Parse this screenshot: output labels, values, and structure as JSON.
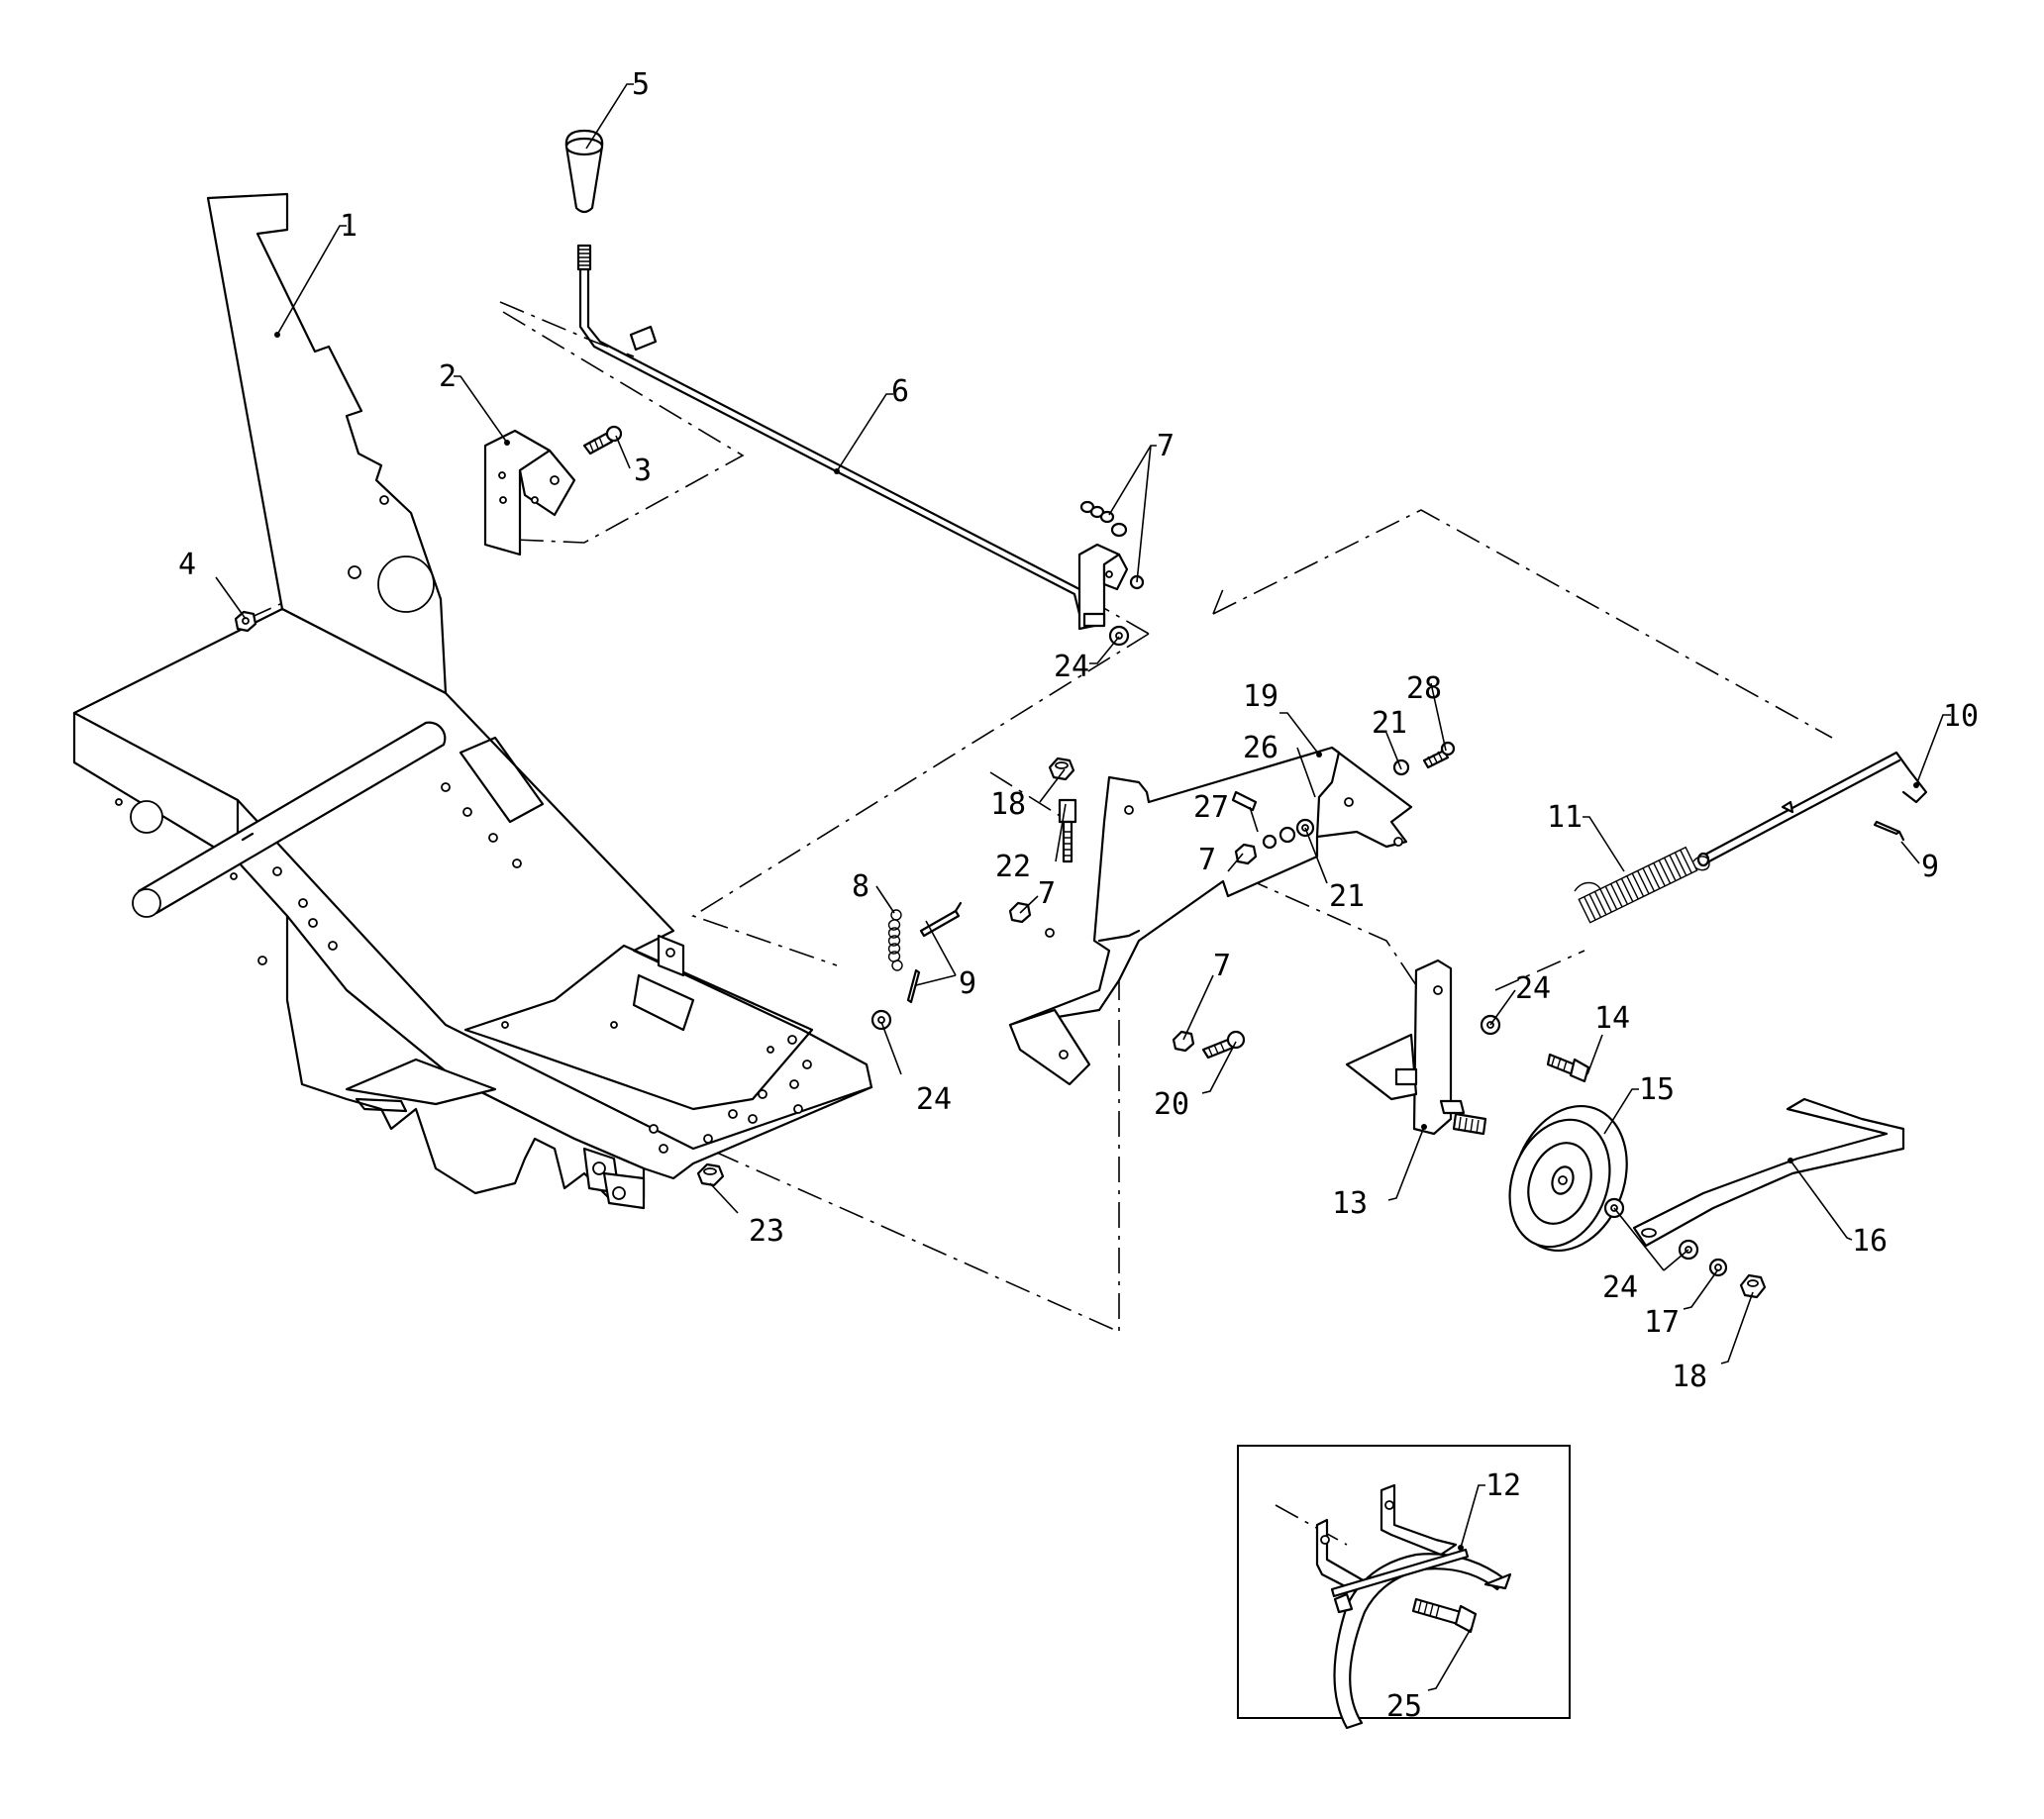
{
  "callouts": [
    {
      "id": "c1",
      "text": "1"
    },
    {
      "id": "c2",
      "text": "2"
    },
    {
      "id": "c3",
      "text": "3"
    },
    {
      "id": "c4",
      "text": "4"
    },
    {
      "id": "c5",
      "text": "5"
    },
    {
      "id": "c6",
      "text": "6"
    },
    {
      "id": "c7a",
      "text": "7"
    },
    {
      "id": "c7b",
      "text": "7"
    },
    {
      "id": "c7c",
      "text": "7"
    },
    {
      "id": "c7d",
      "text": "7"
    },
    {
      "id": "c8",
      "text": "8"
    },
    {
      "id": "c9a",
      "text": "9"
    },
    {
      "id": "c9b",
      "text": "9"
    },
    {
      "id": "c10",
      "text": "10"
    },
    {
      "id": "c11",
      "text": "11"
    },
    {
      "id": "c12",
      "text": "12"
    },
    {
      "id": "c13",
      "text": "13"
    },
    {
      "id": "c14",
      "text": "14"
    },
    {
      "id": "c15",
      "text": "15"
    },
    {
      "id": "c16",
      "text": "16"
    },
    {
      "id": "c17",
      "text": "17"
    },
    {
      "id": "c18a",
      "text": "18"
    },
    {
      "id": "c18b",
      "text": "18"
    },
    {
      "id": "c19",
      "text": "19"
    },
    {
      "id": "c20",
      "text": "20"
    },
    {
      "id": "c21a",
      "text": "21"
    },
    {
      "id": "c21b",
      "text": "21"
    },
    {
      "id": "c22",
      "text": "22"
    },
    {
      "id": "c23",
      "text": "23"
    },
    {
      "id": "c24a",
      "text": "24"
    },
    {
      "id": "c24b",
      "text": "24"
    },
    {
      "id": "c24c",
      "text": "24"
    },
    {
      "id": "c24d",
      "text": "24"
    },
    {
      "id": "c25",
      "text": "25"
    },
    {
      "id": "c26",
      "text": "26"
    },
    {
      "id": "c27",
      "text": "27"
    },
    {
      "id": "c28",
      "text": "28"
    }
  ]
}
